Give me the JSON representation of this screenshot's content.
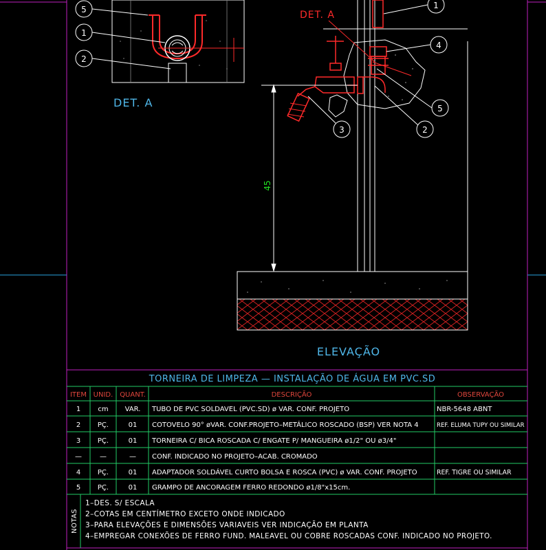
{
  "drawing": {
    "det_a_label_left": "DET. A",
    "det_a_label_right": "DET. A",
    "elevation_label": "ELEVAÇÃO",
    "dimension_value": "45",
    "callouts_left": [
      "5",
      "1",
      "2"
    ],
    "callouts_right": [
      "1",
      "4",
      "5",
      "3",
      "2"
    ]
  },
  "table": {
    "title": "TORNEIRA DE LIMPEZA — INSTALAÇÃO DE ÁGUA EM PVC.SD",
    "headers": [
      "ITEM",
      "UNID.",
      "QUANT.",
      "DESCRIÇÃO",
      "OBSERVAÇÃO"
    ],
    "rows": [
      [
        "1",
        "cm",
        "VAR.",
        "TUBO DE PVC SOLDAVEL (PVC.SD) ø VAR. CONF. PROJETO",
        "NBR-5648 ABNT"
      ],
      [
        "2",
        "PÇ.",
        "01",
        "COTOVELO 90° øVAR. CONF.PROJETO–METÁLICO ROSCADO (BSP) VER NOTA 4",
        "REF. ELUMA TUPY OU SIMILAR"
      ],
      [
        "3",
        "PÇ.",
        "01",
        "TORNEIRA C/ BICA ROSCADA C/ ENGATE P/ MANGUEIRA ø1/2\" OU ø3/4\"",
        ""
      ],
      [
        "—",
        "—",
        "—",
        "CONF. INDICADO NO PROJETO–ACAB. CROMADO",
        ""
      ],
      [
        "4",
        "PÇ.",
        "01",
        "ADAPTADOR SOLDÁVEL CURTO BOLSA E ROSCA (PVC) ø VAR. CONF. PROJETO",
        "REF. TIGRE OU SIMILAR"
      ],
      [
        "5",
        "PÇ.",
        "01",
        "GRAMPO DE ANCORAGEM FERRO REDONDO ø1/8\"x15cm.",
        ""
      ]
    ]
  },
  "notes": {
    "label": "NOTAS",
    "lines": [
      "1–DES. S/ ESCALA",
      "2–COTAS EM CENTÍMETRO EXCETO ONDE INDICADO",
      "3–PARA ELEVAÇÕES E DIMENSÕES VARIAVEIS VER INDICAÇÃO EM PLANTA",
      "4–EMPREGAR CONEXÕES DE FERRO FUND. MALEAVEL OU COBRE ROSCADAS CONF. INDICADO NO PROJETO."
    ]
  },
  "colors": {
    "background": "#000000",
    "frame": "#c020c0",
    "table_lines": "#22cc66",
    "title": "#4fb6e8",
    "header": "#e0463c",
    "pipe": "#ff2a2a",
    "dimension": "#22dd22"
  }
}
